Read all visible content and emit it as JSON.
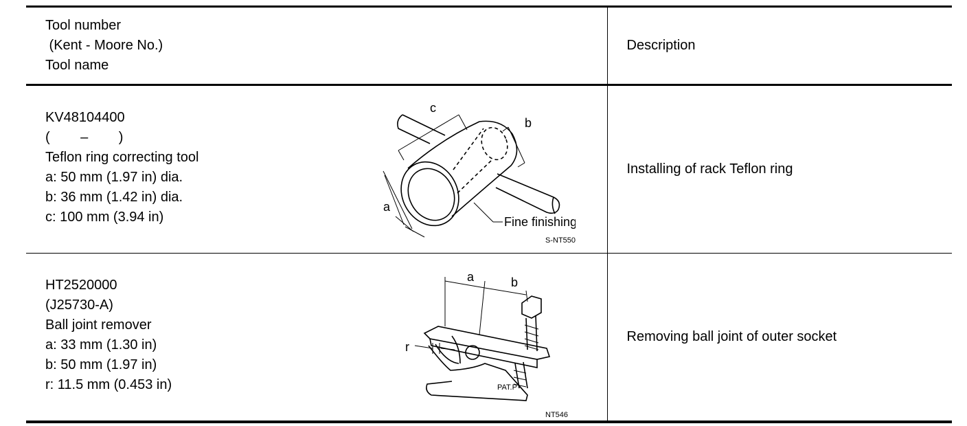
{
  "header": {
    "tool_lines": [
      "Tool number",
      " (Kent - Moore No.)",
      "Tool name"
    ],
    "description": "Description"
  },
  "tools": [
    {
      "lines": [
        "KV48104400",
        "(        –        )",
        "Teflon ring correcting tool",
        "a: 50 mm (1.97 in) dia.",
        "b: 36 mm (1.42 in) dia.",
        "c: 100 mm (3.94 in)"
      ],
      "figure": {
        "labels": {
          "a": "a",
          "b": "b",
          "c": "c",
          "note": "Fine finishing"
        },
        "code": "S-NT550"
      },
      "description": "Installing of rack Teflon ring"
    },
    {
      "lines": [
        "HT2520000",
        "(J25730-A)",
        "Ball joint remover",
        "a: 33 mm (1.30 in)",
        "b: 50 mm (1.97 in)",
        "r: 11.5 mm (0.453 in)"
      ],
      "figure": {
        "labels": {
          "a": "a",
          "b": "b",
          "r": "r",
          "stamp": "PAT.P"
        },
        "code": "NT546"
      },
      "description": "Removing ball joint of outer socket"
    }
  ]
}
